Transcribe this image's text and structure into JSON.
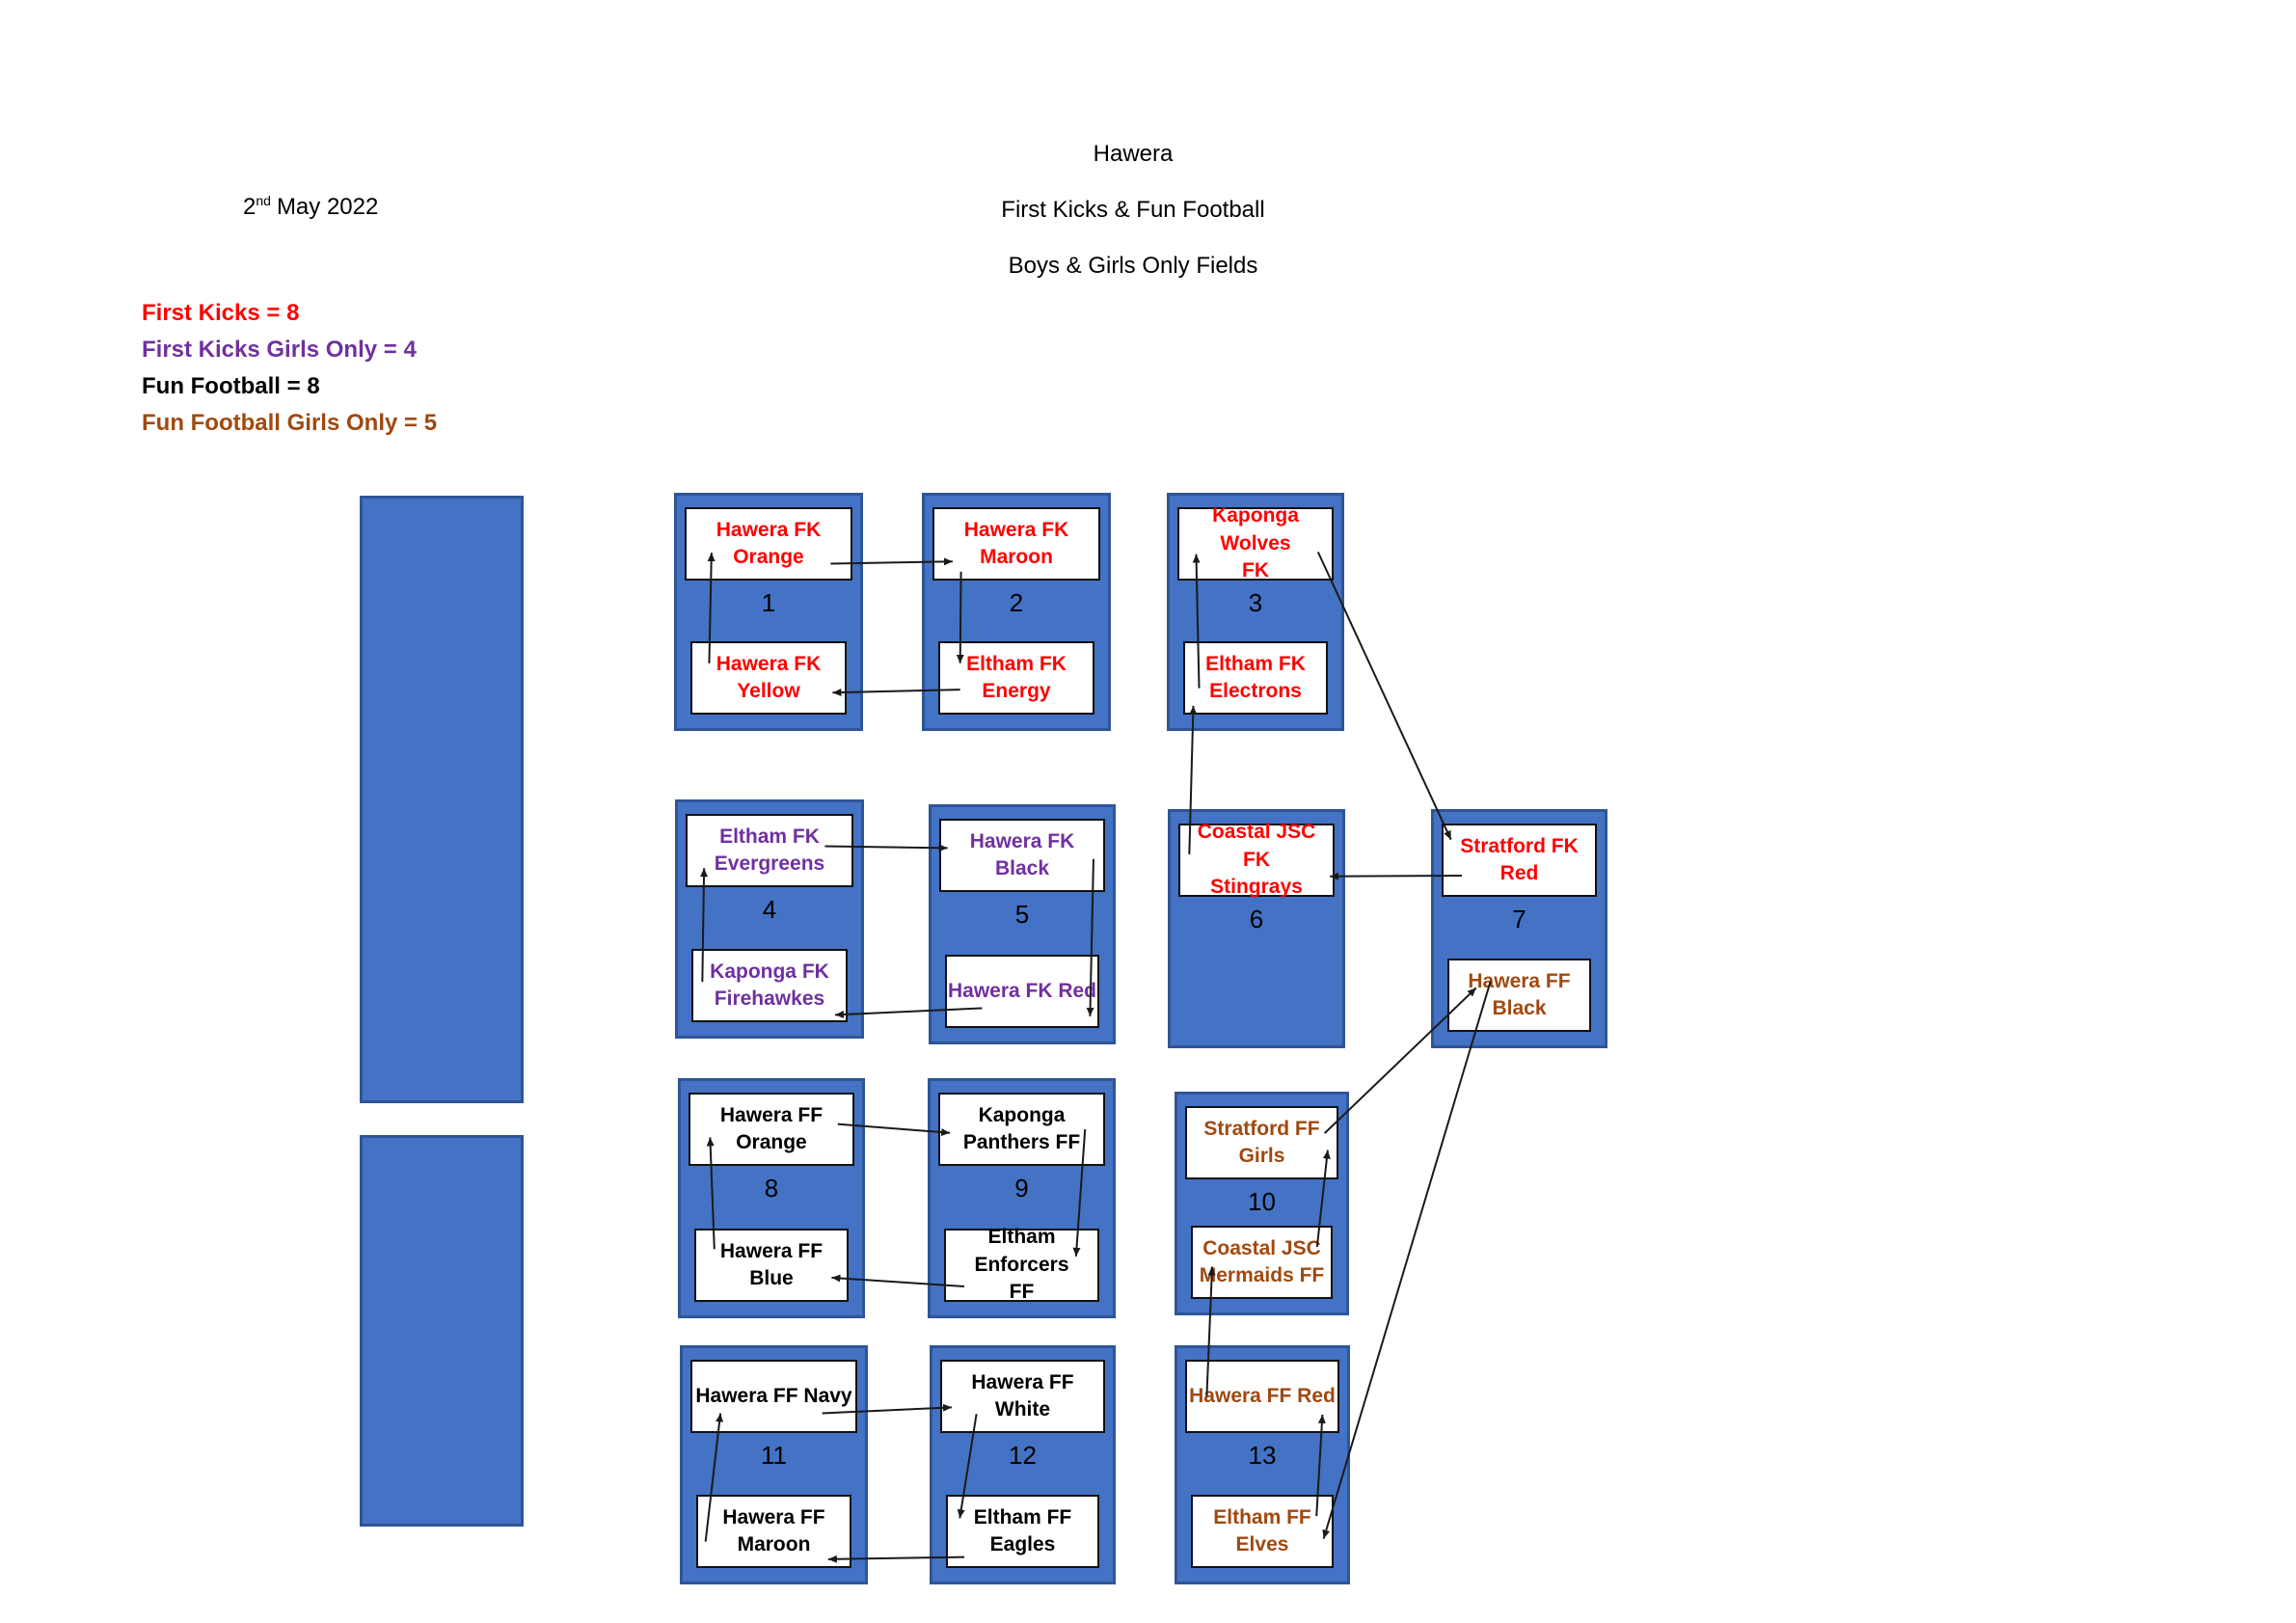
{
  "date": {
    "day": "2",
    "ordinal": "nd",
    "rest": "May 2022"
  },
  "header": {
    "lines": [
      "Hawera",
      "First Kicks & Fun Football",
      "Boys & Girls Only Fields"
    ]
  },
  "legend": [
    {
      "label": "First Kicks = 8",
      "color": "#FF0000"
    },
    {
      "label": "First Kicks Girls Only = 4",
      "color": "#7030A0"
    },
    {
      "label": "Fun Football = 8",
      "color": "#000000"
    },
    {
      "label": "Fun Football Girls Only = 5",
      "color": "#A0490F"
    }
  ],
  "colors": {
    "field_fill": "#4472C4",
    "field_border": "#2F5597",
    "first_kicks": "#FF0000",
    "first_kicks_girls": "#7030A0",
    "fun_football": "#000000",
    "fun_football_girls": "#A0490F"
  },
  "fields": [
    {
      "number": "1",
      "top": {
        "id": "hawera-fk-orange",
        "label": "Hawera FK\nOrange",
        "color": "#FF0000"
      },
      "bottom": {
        "id": "hawera-fk-yellow",
        "label": "Hawera FK\nYellow",
        "color": "#FF0000"
      }
    },
    {
      "number": "2",
      "top": {
        "id": "hawera-fk-maroon",
        "label": "Hawera FK\nMaroon",
        "color": "#FF0000"
      },
      "bottom": {
        "id": "eltham-fk-energy",
        "label": "Eltham FK\nEnergy",
        "color": "#FF0000"
      }
    },
    {
      "number": "3",
      "top": {
        "id": "kaponga-wolves-fk",
        "label": "Kaponga Wolves\nFK",
        "color": "#FF0000"
      },
      "bottom": {
        "id": "eltham-fk-electrons",
        "label": "Eltham FK\nElectrons",
        "color": "#FF0000"
      }
    },
    {
      "number": "4",
      "top": {
        "id": "eltham-fk-evergreens",
        "label": "Eltham FK\nEvergreens",
        "color": "#7030A0"
      },
      "bottom": {
        "id": "kaponga-fk-firehawkes",
        "label": "Kaponga FK\nFirehawkes",
        "color": "#7030A0"
      }
    },
    {
      "number": "5",
      "top": {
        "id": "hawera-fk-black",
        "label": "Hawera FK\nBlack",
        "color": "#7030A0"
      },
      "bottom": {
        "id": "hawera-fk-red",
        "label": "Hawera FK Red",
        "color": "#7030A0"
      }
    },
    {
      "number": "6",
      "top": {
        "id": "coastal-jsc-fk-stingrays",
        "label": "Coastal JSC  FK\nStingrays",
        "color": "#FF0000"
      },
      "bottom": null
    },
    {
      "number": "7",
      "top": {
        "id": "stratford-fk-red",
        "label": "Stratford FK\nRed",
        "color": "#FF0000"
      },
      "bottom": {
        "id": "hawera-ff-black",
        "label": "Hawera FF\nBlack",
        "color": "#A0490F"
      }
    },
    {
      "number": "8",
      "top": {
        "id": "hawera-ff-orange",
        "label": "Hawera FF\nOrange",
        "color": "#000000"
      },
      "bottom": {
        "id": "hawera-ff-blue",
        "label": "Hawera FF Blue",
        "color": "#000000"
      }
    },
    {
      "number": "9",
      "top": {
        "id": "kaponga-panthers-ff",
        "label": "Kaponga\nPanthers FF",
        "color": "#000000"
      },
      "bottom": {
        "id": "eltham-enforcers-ff",
        "label": "Eltham Enforcers\nFF",
        "color": "#000000"
      }
    },
    {
      "number": "10",
      "top": {
        "id": "stratford-ff-girls",
        "label": "Stratford FF\nGirls",
        "color": "#A0490F"
      },
      "bottom": {
        "id": "coastal-jsc-mermaids-ff",
        "label": "Coastal JSC\nMermaids FF",
        "color": "#A0490F"
      }
    },
    {
      "number": "11",
      "top": {
        "id": "hawera-ff-navy",
        "label": "Hawera FF Navy",
        "color": "#000000"
      },
      "bottom": {
        "id": "hawera-ff-maroon",
        "label": "Hawera FF\nMaroon",
        "color": "#000000"
      }
    },
    {
      "number": "12",
      "top": {
        "id": "hawera-ff-white",
        "label": "Hawera FF\nWhite",
        "color": "#000000"
      },
      "bottom": {
        "id": "eltham-ff-eagles",
        "label": "Eltham FF Eagles",
        "color": "#000000"
      }
    },
    {
      "number": "13",
      "top": {
        "id": "hawera-ff-red",
        "label": "Hawera FF Red",
        "color": "#A0490F"
      },
      "bottom": {
        "id": "eltham-ff-elves",
        "label": "Eltham FF Elves",
        "color": "#A0490F"
      }
    }
  ],
  "connections": [
    {
      "from": "hawera-fk-yellow",
      "to": "hawera-fk-orange"
    },
    {
      "from": "hawera-fk-orange",
      "to": "hawera-fk-maroon"
    },
    {
      "from": "hawera-fk-maroon",
      "to": "eltham-fk-energy"
    },
    {
      "from": "eltham-fk-energy",
      "to": "hawera-fk-yellow"
    },
    {
      "from": "eltham-fk-electrons",
      "to": "kaponga-wolves-fk"
    },
    {
      "from": "coastal-jsc-fk-stingrays",
      "to": "eltham-fk-electrons"
    },
    {
      "from": "kaponga-wolves-fk",
      "to": "stratford-fk-red"
    },
    {
      "from": "stratford-fk-red",
      "to": "coastal-jsc-fk-stingrays"
    },
    {
      "from": "kaponga-fk-firehawkes",
      "to": "eltham-fk-evergreens"
    },
    {
      "from": "eltham-fk-evergreens",
      "to": "hawera-fk-black"
    },
    {
      "from": "hawera-fk-black",
      "to": "hawera-fk-red"
    },
    {
      "from": "hawera-fk-red",
      "to": "kaponga-fk-firehawkes"
    },
    {
      "from": "hawera-ff-blue",
      "to": "hawera-ff-orange"
    },
    {
      "from": "hawera-ff-orange",
      "to": "kaponga-panthers-ff"
    },
    {
      "from": "kaponga-panthers-ff",
      "to": "eltham-enforcers-ff"
    },
    {
      "from": "eltham-enforcers-ff",
      "to": "hawera-ff-blue"
    },
    {
      "from": "coastal-jsc-mermaids-ff",
      "to": "stratford-ff-girls"
    },
    {
      "from": "stratford-ff-girls",
      "to": "hawera-ff-black"
    },
    {
      "from": "hawera-ff-black",
      "to": "eltham-ff-elves"
    },
    {
      "from": "hawera-ff-red",
      "to": "coastal-jsc-mermaids-ff"
    },
    {
      "from": "eltham-ff-elves",
      "to": "hawera-ff-red"
    },
    {
      "from": "hawera-ff-maroon",
      "to": "hawera-ff-navy"
    },
    {
      "from": "hawera-ff-navy",
      "to": "hawera-ff-white"
    },
    {
      "from": "hawera-ff-white",
      "to": "eltham-ff-eagles"
    },
    {
      "from": "eltham-ff-eagles",
      "to": "hawera-ff-maroon"
    }
  ]
}
